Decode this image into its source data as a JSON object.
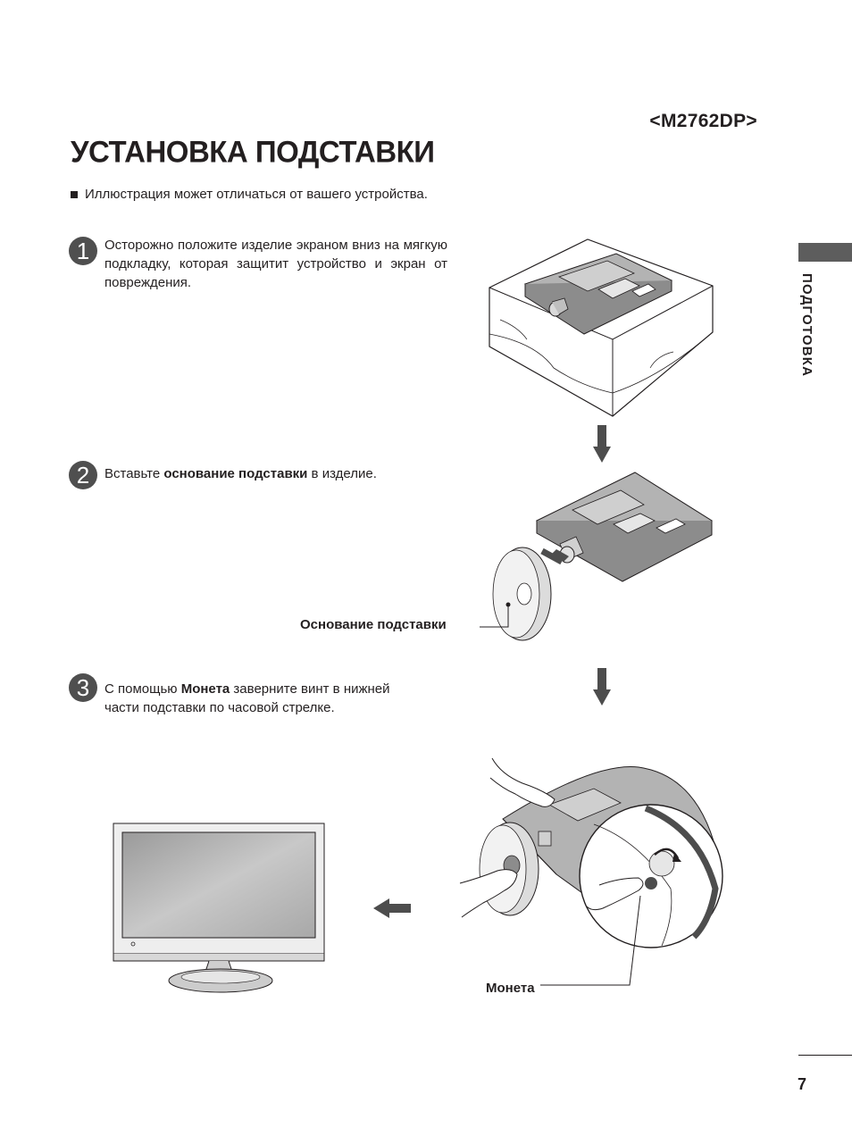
{
  "header": {
    "model": "<M2762DP>",
    "title": "УСТАНОВКА ПОДСТАВКИ"
  },
  "note": "Иллюстрация может отличаться от вашего устройства.",
  "sidebar": {
    "section": "ПОДГОТОВКА"
  },
  "steps": [
    {
      "number": "1",
      "text": "Осторожно положите изделие экраном вниз на мягкую подкладку, которая защитит устройство и экран от повреждения."
    },
    {
      "number": "2",
      "text_before": "Вставьте ",
      "text_bold": "основание подставки",
      "text_after": " в изделие."
    },
    {
      "number": "3",
      "text_before": "С помощью ",
      "text_bold": "Монета",
      "text_after": " заверните винт в нижней части подставки по часовой стрелке."
    }
  ],
  "callouts": {
    "stand_base": "Основание подставки",
    "coin": "Монета"
  },
  "footer": {
    "page_number": "7"
  }
}
